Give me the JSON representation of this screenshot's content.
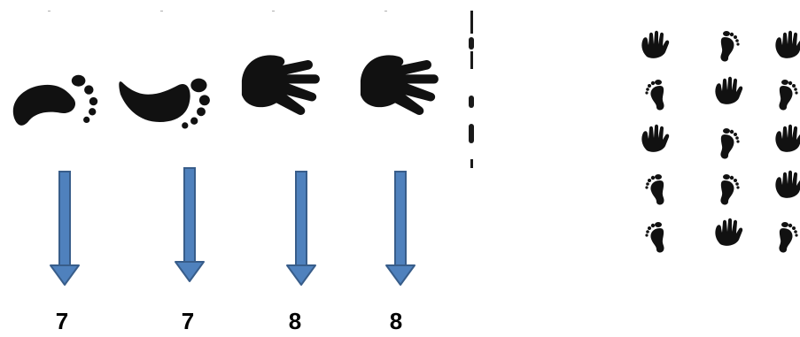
{
  "columns": [
    {
      "icon": "foot-left-icon",
      "count": "7"
    },
    {
      "icon": "foot-right-icon",
      "count": "7"
    },
    {
      "icon": "hand-left-icon",
      "count": "8"
    },
    {
      "icon": "hand-right-icon",
      "count": "8"
    }
  ],
  "grid": [
    [
      "hand",
      "foot-r",
      "hand"
    ],
    [
      "foot-l",
      "hand",
      "foot-r"
    ],
    [
      "hand",
      "foot-r",
      "hand"
    ],
    [
      "foot-l",
      "foot-r",
      "hand"
    ],
    [
      "foot-l",
      "hand",
      "foot-r"
    ]
  ],
  "colors": {
    "icon": "#111111",
    "arrow_fill": "#4f81bd",
    "arrow_stroke": "#385d8a"
  }
}
